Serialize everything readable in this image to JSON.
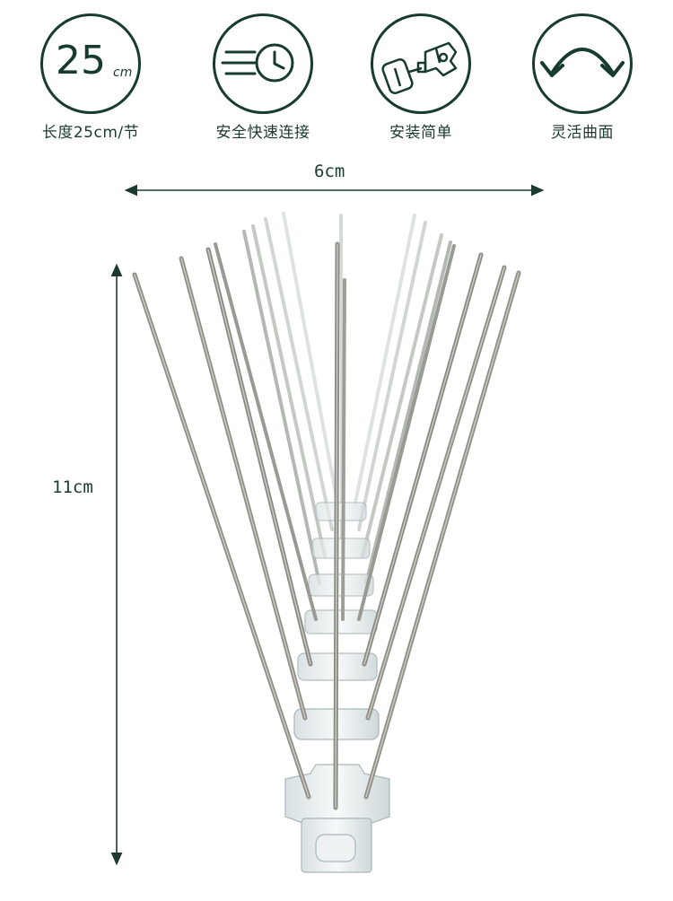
{
  "features": [
    {
      "icon": "ruler-25cm-icon",
      "number": "25",
      "unit": "cm",
      "label": "长度25cm/节"
    },
    {
      "icon": "fast-clock-icon",
      "label": "安全快速连接"
    },
    {
      "icon": "connector-parts-icon",
      "label": "安装简单"
    },
    {
      "icon": "curved-arrow-icon",
      "label": "灵活曲面"
    }
  ],
  "dimensions": {
    "width_label": "6cm",
    "height_label": "11cm"
  },
  "colors": {
    "accent": "#173b2e",
    "spike": "#8f8f88",
    "base": "#e6ecec"
  }
}
